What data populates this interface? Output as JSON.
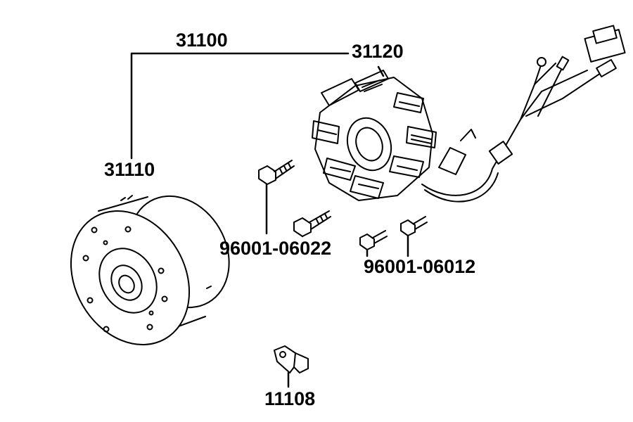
{
  "labels": {
    "assembly": "31100",
    "stator": "31120",
    "flywheel": "31110",
    "bolt_long": "96001-06022",
    "bolt_short": "96001-06012",
    "bracket": "11108"
  }
}
